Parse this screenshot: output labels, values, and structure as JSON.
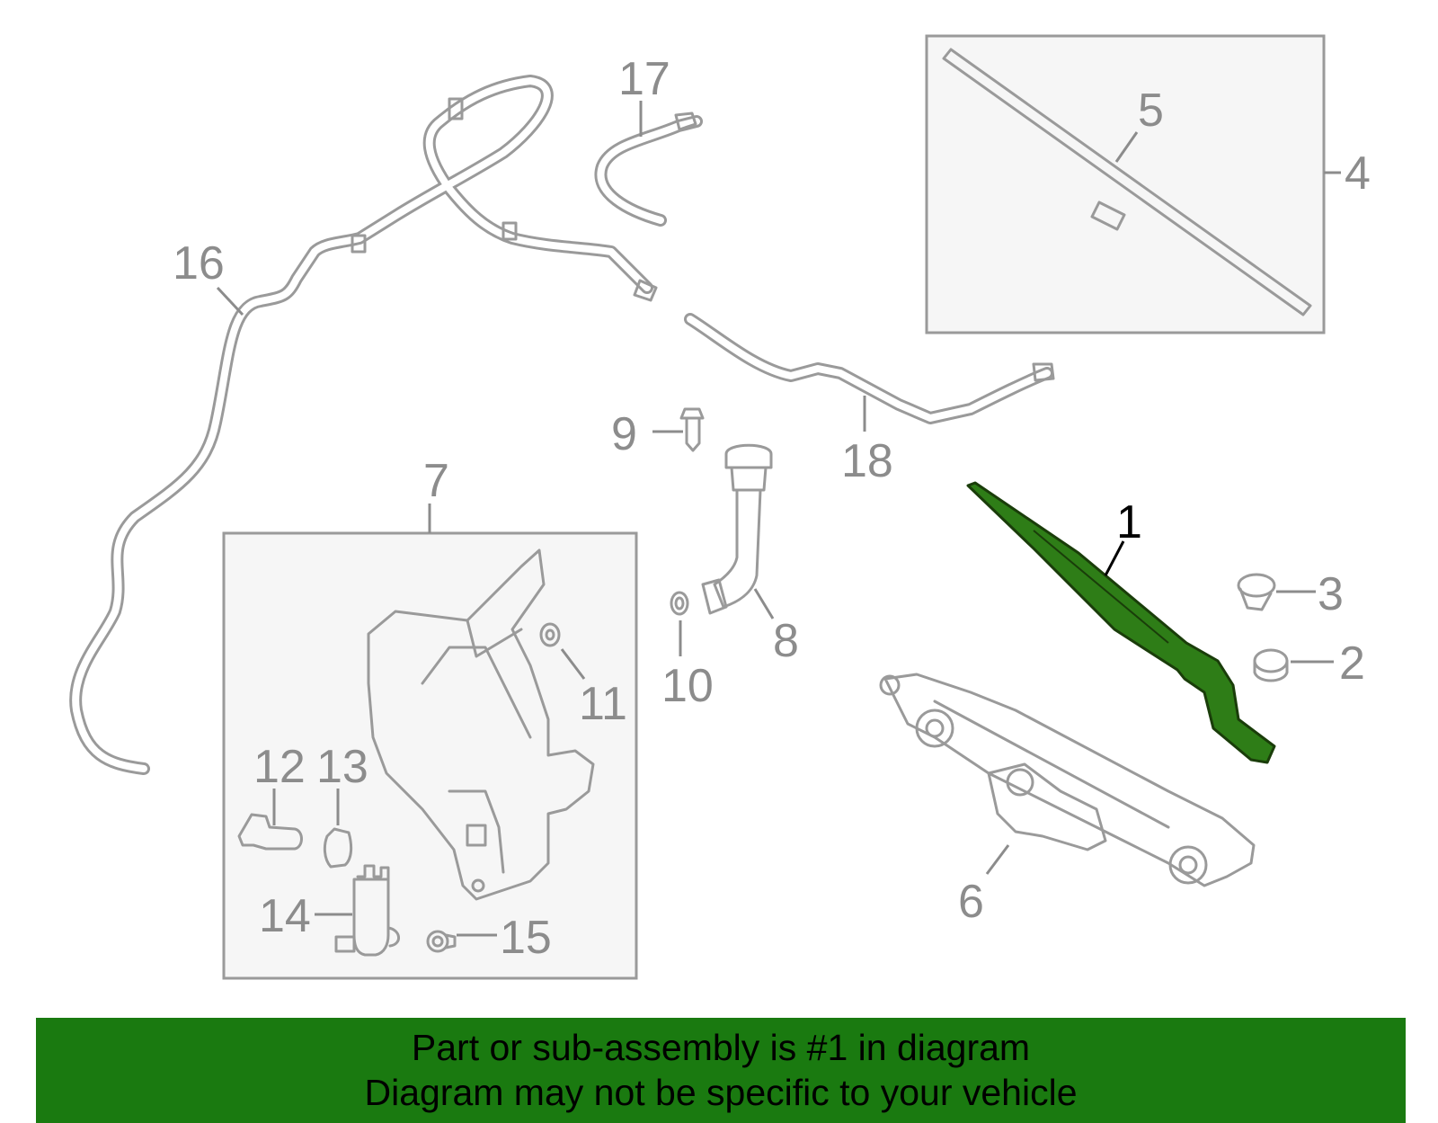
{
  "callouts": {
    "c1": "1",
    "c2": "2",
    "c3": "3",
    "c4": "4",
    "c5": "5",
    "c6": "6",
    "c7": "7",
    "c8": "8",
    "c9": "9",
    "c10": "10",
    "c11": "11",
    "c12": "12",
    "c13": "13",
    "c14": "14",
    "c15": "15",
    "c16": "16",
    "c17": "17",
    "c18": "18"
  },
  "banner": {
    "line1": "Part or sub-assembly is #1 in diagram",
    "line2": "Diagram may not be specific to your vehicle"
  },
  "colors": {
    "highlight": "#2e7d17",
    "banner_bg": "#1a7a10",
    "line_gray": "#9a9a9a"
  }
}
